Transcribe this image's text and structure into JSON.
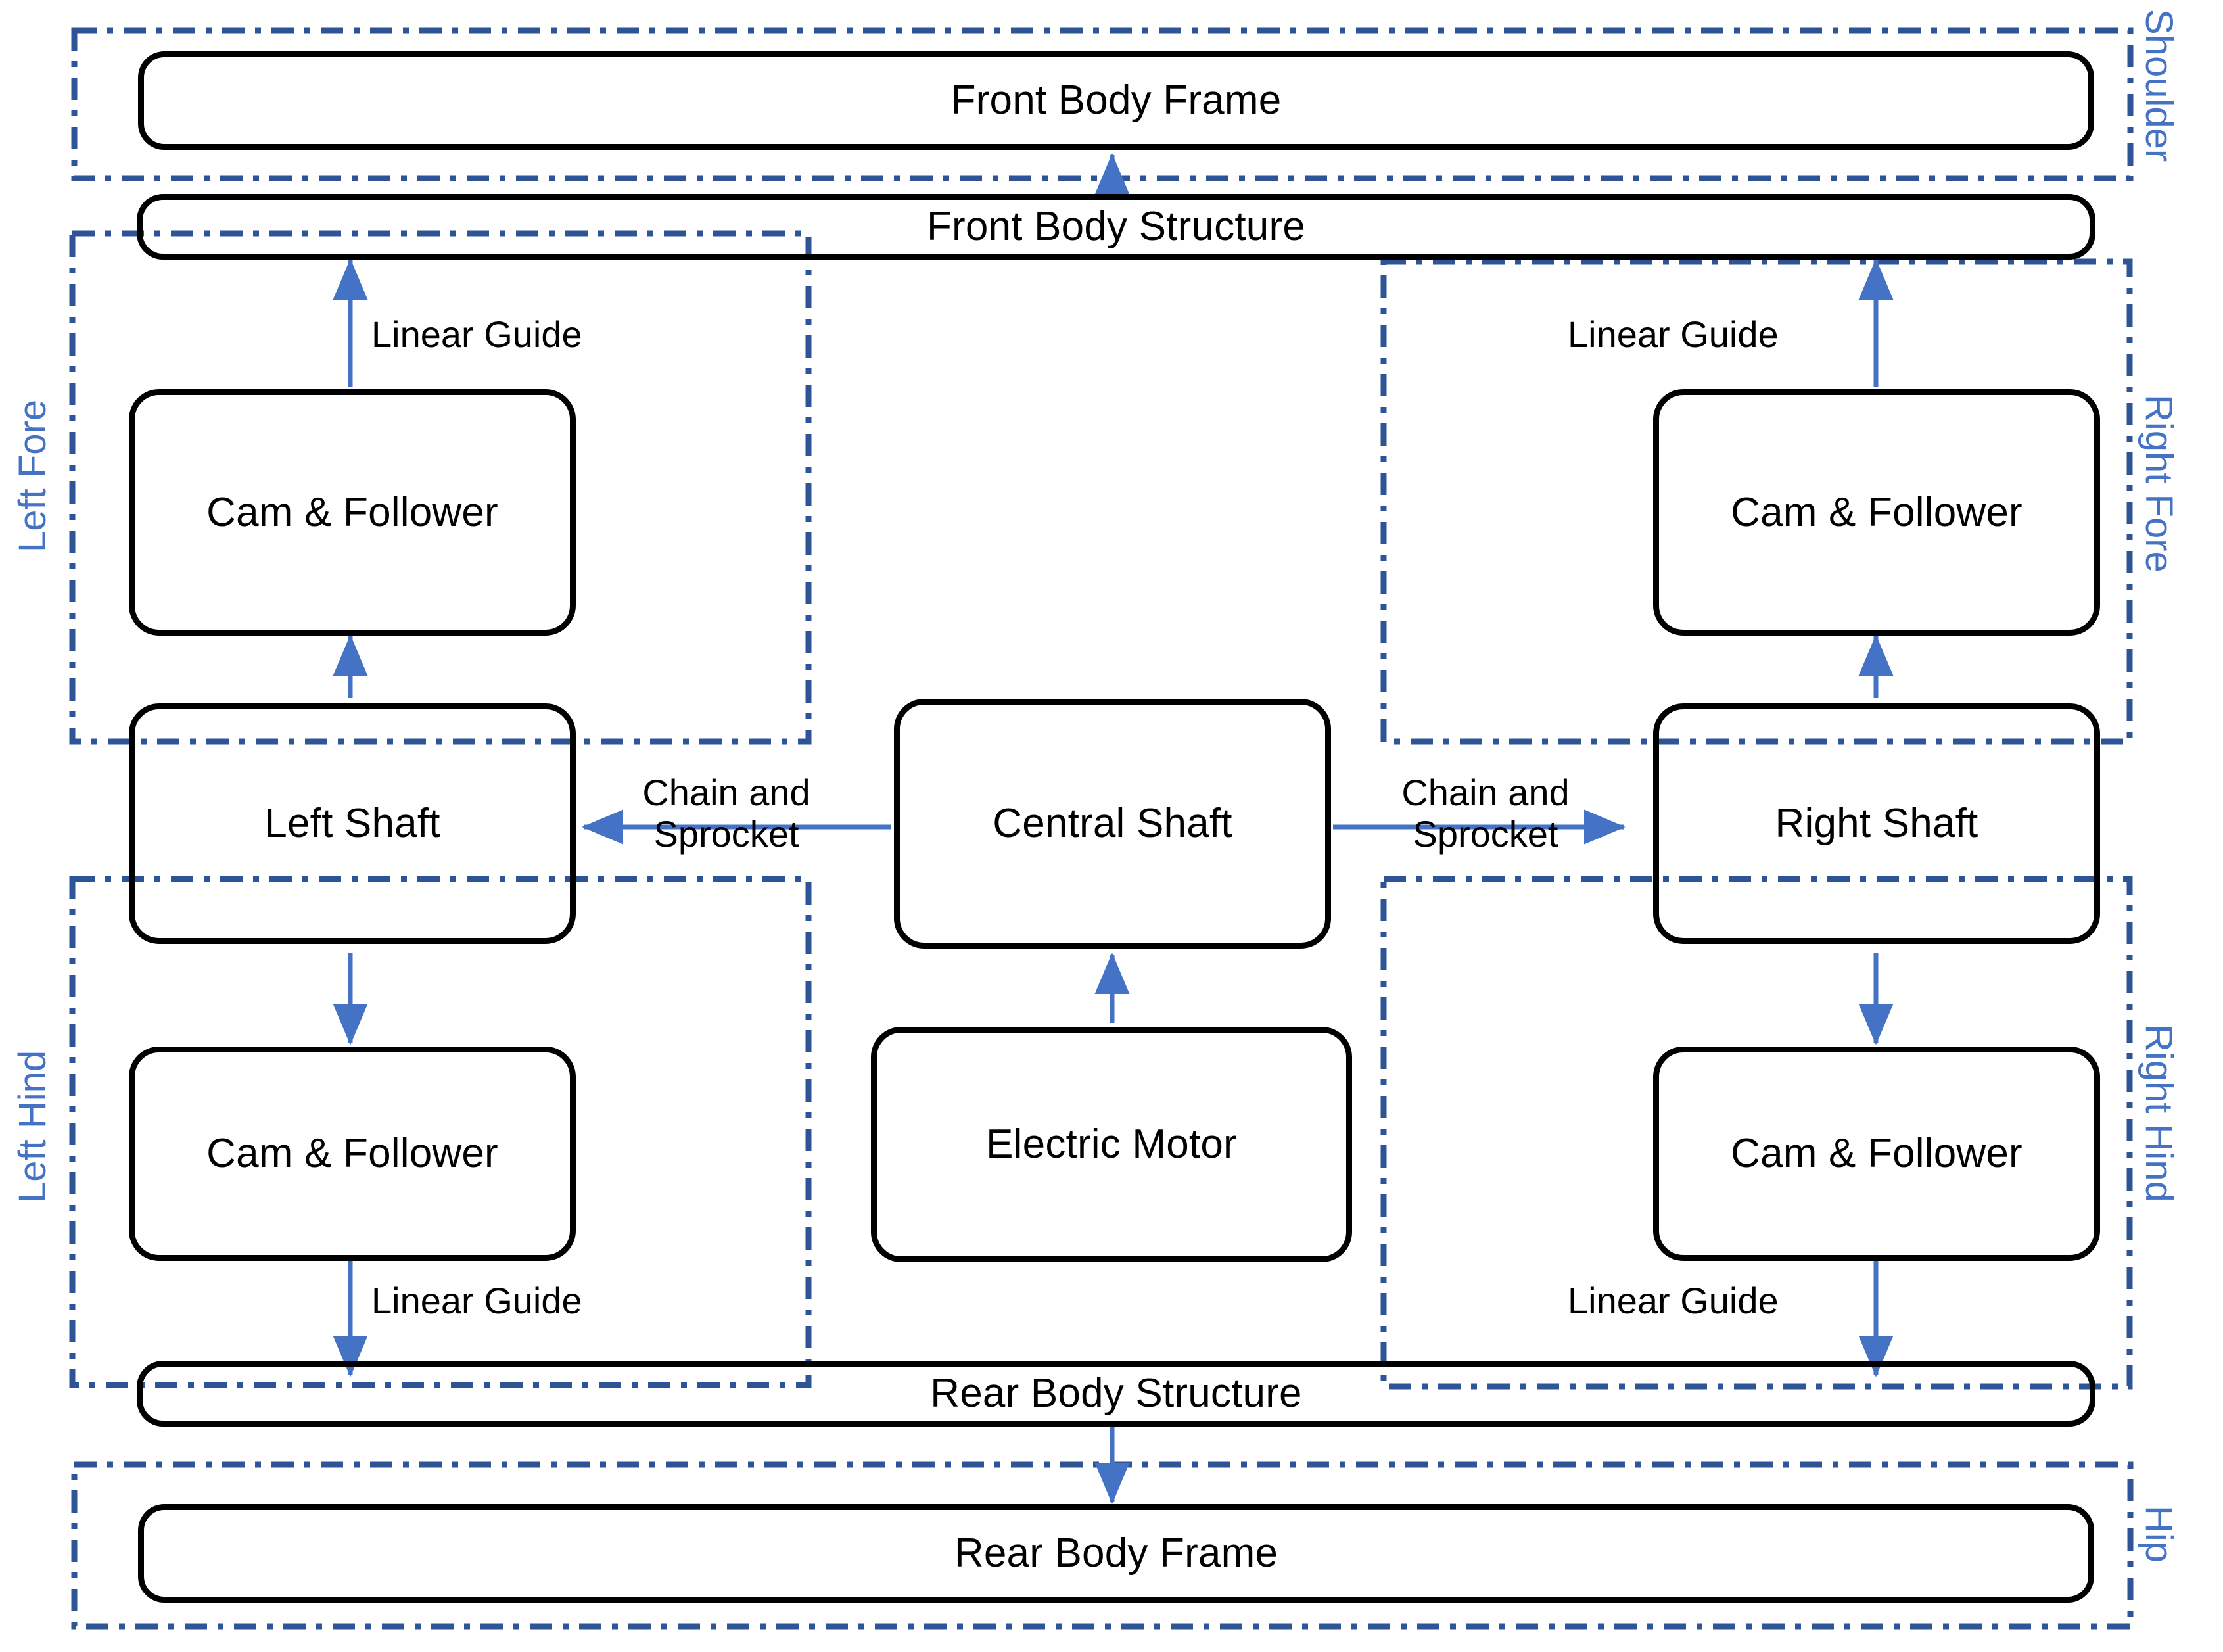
{
  "diagram": {
    "title": "Quadruped robot drivetrain block diagram",
    "colors": {
      "region_border": "#2E5496",
      "region_label": "#4472C4",
      "arrow": "#4472C4",
      "box_border": "#000000",
      "box_text": "#000000",
      "background": "#FFFFFF"
    }
  },
  "boxes": {
    "front_body_frame": "Front Body Frame",
    "front_body_structure": "Front Body Structure",
    "left_fore_cam": "Cam & Follower",
    "right_fore_cam": "Cam & Follower",
    "left_shaft": "Left Shaft",
    "central_shaft": "Central Shaft",
    "right_shaft": "Right Shaft",
    "left_hind_cam": "Cam & Follower",
    "electric_motor": "Electric Motor",
    "right_hind_cam": "Cam & Follower",
    "rear_body_structure": "Rear Body Structure",
    "rear_body_frame": "Rear Body Frame"
  },
  "regions": {
    "shoulder": "Shoulder",
    "left_fore": "Left Fore",
    "right_fore": "Right Fore",
    "left_hind": "Left Hind",
    "right_hind": "Right Hind",
    "hip": "Hip"
  },
  "edges": {
    "left_fore_linear_guide": "Linear Guide",
    "right_fore_linear_guide": "Linear Guide",
    "left_hind_linear_guide": "Linear Guide",
    "right_hind_linear_guide": "Linear Guide",
    "left_chain_sprocket": "Chain and Sprocket",
    "right_chain_sprocket": "Chain and Sprocket"
  }
}
